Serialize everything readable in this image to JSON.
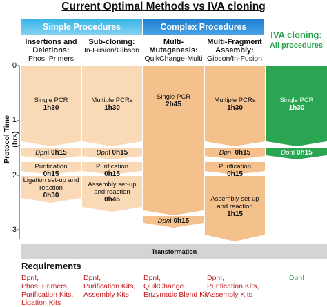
{
  "title": "Current Optimal Methods vs IVA cloning",
  "bands": {
    "simple": "Simple Procedures",
    "complex": "Complex Procedures"
  },
  "columns": [
    {
      "name": "Insertions and Deletions:",
      "sub": "Phos. Primers"
    },
    {
      "name": "Sub-cloning:",
      "sub": "In-Fusion/Gibson"
    },
    {
      "name": "Multi-Mutagenesis:",
      "sub": "QuikChange-Multi"
    },
    {
      "name": "Multi-Fragment Assembly:",
      "sub": "Gibson/In-Fusion"
    }
  ],
  "iva": {
    "title": "IVA cloning:",
    "sub": "All procedures"
  },
  "yaxis": {
    "label": "Protocol Time (hrs)",
    "ticks": [
      "0",
      "1",
      "2",
      "3"
    ]
  },
  "steps": {
    "c1": [
      {
        "name": "Single PCR",
        "time": "1h30"
      },
      {
        "enzyme": "Dpn",
        "suffix": "I",
        "time": "0h15"
      },
      {
        "name": "Purification",
        "time": "0h15"
      },
      {
        "name": "Ligation set-up and reaction",
        "time": "0h30"
      }
    ],
    "c2": [
      {
        "name": "Multiple PCRs",
        "time": "1h30"
      },
      {
        "enzyme": "Dpn",
        "suffix": "I",
        "time": "0h15"
      },
      {
        "name": "Purification",
        "time": "0h15"
      },
      {
        "name": "Assembly set-up and reaction",
        "time": "0h45"
      }
    ],
    "c3": [
      {
        "name": "Single PCR",
        "time": "2h45"
      },
      {
        "enzyme": "Dpn",
        "suffix": "I",
        "time": "0h15"
      }
    ],
    "c4": [
      {
        "name": "Multiple PCRs",
        "time": "1h30"
      },
      {
        "enzyme": "Dpn",
        "suffix": "I",
        "time": "0h15"
      },
      {
        "name": "Purification",
        "time": "0h15"
      },
      {
        "name": "Assembly set-up and reaction",
        "time": "1h15"
      }
    ],
    "c5": [
      {
        "name": "Single PCR",
        "time": "1h30"
      },
      {
        "enzyme": "Dpn",
        "suffix": "I",
        "time": "0h15"
      }
    ]
  },
  "transformation": "Transformation",
  "requirements": {
    "title": "Requirements",
    "c1": [
      "DpnI,",
      "Phos. Primers,",
      "Purification Kits,",
      "Ligation Kits"
    ],
    "c2": [
      "DpnI,",
      "Purification Kits,",
      "Assembly Kits"
    ],
    "c3": [
      "DpnI,",
      "QuikChange",
      "Enzymatic Blend Kit"
    ],
    "c4": [
      "DpnI,",
      "Purification Kits,",
      "Assembly Kits"
    ],
    "c5": [
      "DpnI"
    ]
  },
  "colors": {
    "peach": "#f9d9b6",
    "orange": "#f4c08c",
    "green": "#2aa551",
    "red": "#c41e1e"
  }
}
